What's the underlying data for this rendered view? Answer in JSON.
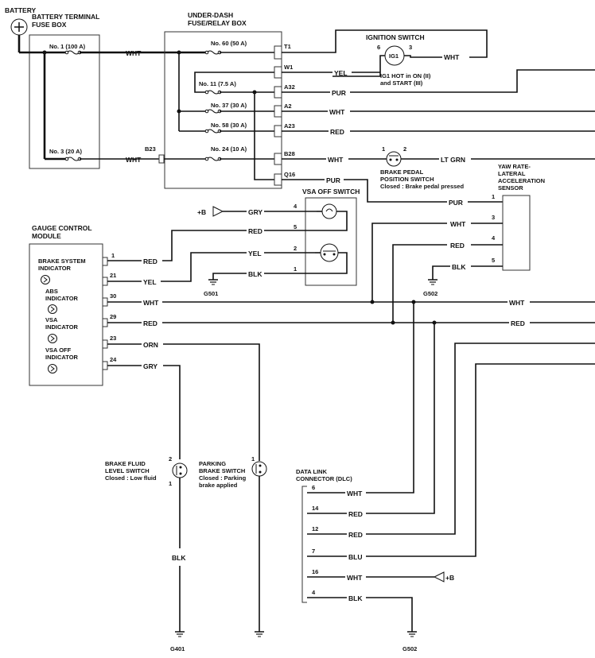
{
  "components": {
    "battery": "BATTERY",
    "bt_fuse_box": [
      "BATTERY TERMINAL",
      "FUSE BOX"
    ],
    "fuse_no1": "No. 1 (100 A)",
    "fuse_no3": "No. 3 (20 A)",
    "underdash_box": [
      "UNDER-DASH",
      "FUSE/RELAY BOX"
    ],
    "fuse_no60": "No. 60 (50 A)",
    "fuse_no11": "No. 11 (7.5 A)",
    "fuse_no37": "No. 37 (30 A)",
    "fuse_no58": "No. 58 (30 A)",
    "fuse_no24": "No. 24 (10 A)",
    "ignition_switch": "IGNITION SWITCH",
    "ig1": "IG1",
    "ig1_note": [
      "IG1 HOT in ON (II)",
      "and START (III)"
    ],
    "brake_pedal_switch": [
      "BRAKE PEDAL",
      "POSITION SWITCH"
    ],
    "brake_pedal_note": "Closed : Brake pedal pressed",
    "yaw_sensor": [
      "YAW RATE-",
      "LATERAL",
      "ACCELERATION",
      "SENSOR"
    ],
    "vsa_off_switch": "VSA OFF SWITCH",
    "gauge_module": [
      "GAUGE CONTROL",
      "MODULE"
    ],
    "brake_system_indicator": [
      "BRAKE SYSTEM",
      "INDICATOR"
    ],
    "abs_indicator": [
      "ABS",
      "INDICATOR"
    ],
    "vsa_indicator": [
      "VSA",
      "INDICATOR"
    ],
    "vsa_off_indicator": [
      "VSA OFF",
      "INDICATOR"
    ],
    "brake_fluid_switch": [
      "BRAKE FLUID",
      "LEVEL SWITCH"
    ],
    "brake_fluid_note": "Closed : Low fluid",
    "parking_switch": [
      "PARKING",
      "BRAKE SWITCH"
    ],
    "parking_note": [
      "Closed : Parking",
      "brake applied"
    ],
    "dlc": [
      "DATA LINK",
      "CONNECTOR (DLC)"
    ]
  },
  "terminals": {
    "t1": "T1",
    "w1": "W1",
    "a32": "A32",
    "a2": "A2",
    "a23": "A23",
    "b28": "B28",
    "q16": "Q16",
    "b23": "B23",
    "ig_6": "6",
    "ig_3": "3",
    "bp_1": "1",
    "bp_2": "2",
    "yaw_1": "1",
    "yaw_3": "3",
    "yaw_4": "4",
    "yaw_5": "5",
    "vsa_4": "4",
    "vsa_5": "5",
    "vsa_2": "2",
    "vsa_1": "1",
    "gcm_1": "1",
    "gcm_21": "21",
    "gcm_30": "30",
    "gcm_29": "29",
    "gcm_23": "23",
    "gcm_24": "24",
    "bf_2": "2",
    "bf_1": "1",
    "pk_1": "1",
    "dlc_6": "6",
    "dlc_14": "14",
    "dlc_12": "12",
    "dlc_7": "7",
    "dlc_16": "16",
    "dlc_4": "4"
  },
  "wires": {
    "wht_b1": "WHT",
    "wht_b3": "WHT",
    "wht_ig": "WHT",
    "yel_w1": "YEL",
    "pur_a32": "PUR",
    "wht_a2": "WHT",
    "red_a23": "RED",
    "wht_b28": "WHT",
    "ltgrn": "LT GRN",
    "pur_q16": "PUR",
    "pur_yaw": "PUR",
    "wht_yaw": "WHT",
    "red_yaw": "RED",
    "blk_yaw": "BLK",
    "gry_vsa": "GRY",
    "red_vsa": "RED",
    "yel_vsa": "YEL",
    "blk_vsa": "BLK",
    "red_g1": "RED",
    "yel_g21": "YEL",
    "wht_g30": "WHT",
    "red_g29": "RED",
    "orn_g23": "ORN",
    "gry_g24": "GRY",
    "wht_right": "WHT",
    "red_right": "RED",
    "blk_bf": "BLK",
    "dlc_wht6": "WHT",
    "dlc_red14": "RED",
    "dlc_red12": "RED",
    "dlc_blu7": "BLU",
    "dlc_wht16": "WHT",
    "dlc_blk4": "BLK"
  },
  "grounds": {
    "g501": "G501",
    "g502": "G502",
    "g401": "G401",
    "g502b": "G502"
  },
  "power": {
    "plus_b": "+B",
    "plus_b2": "+B"
  }
}
